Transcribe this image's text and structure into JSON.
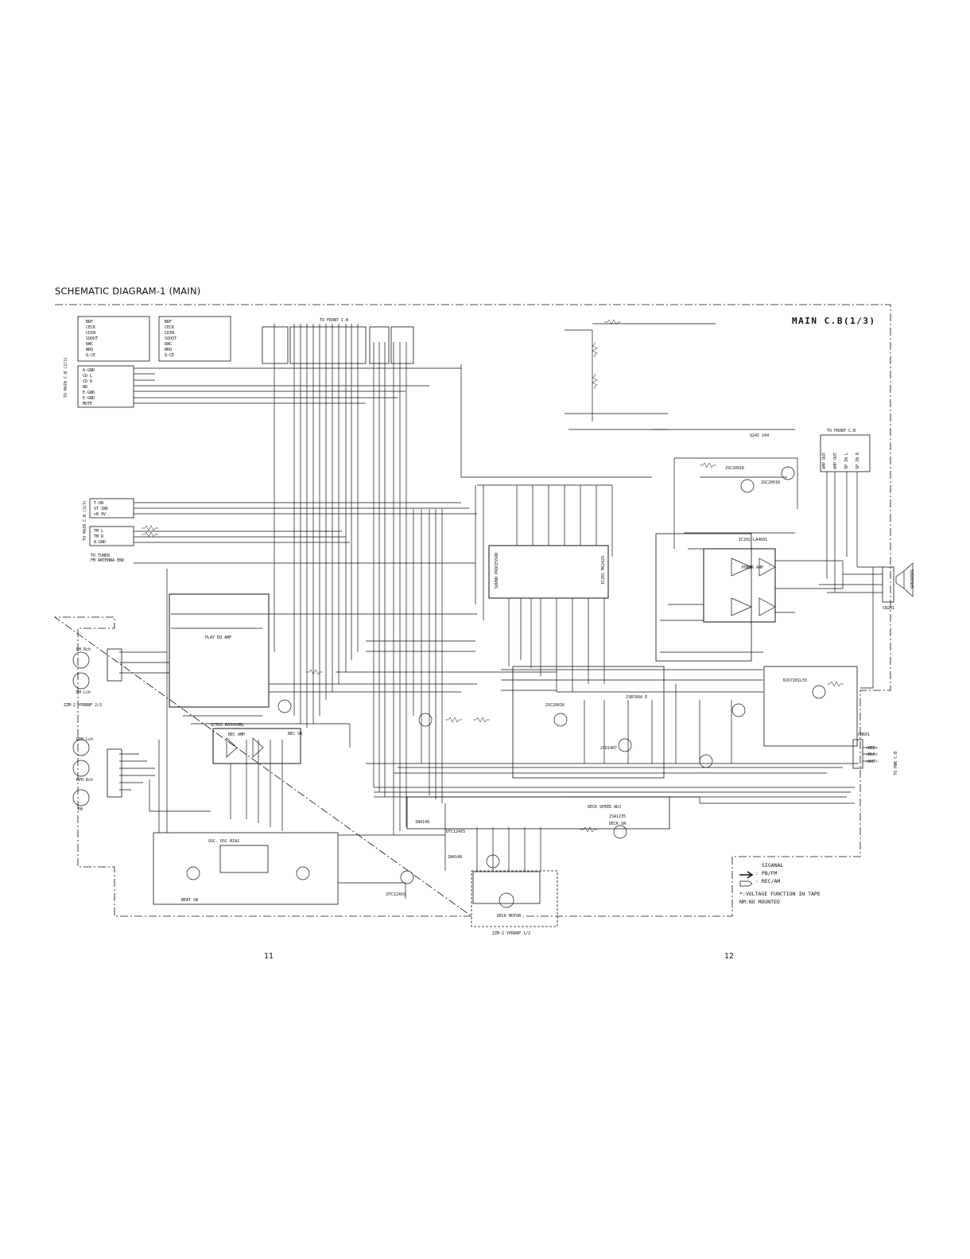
{
  "page": {
    "title": "SCHEMATIC DIAGRAM-1 (MAIN)",
    "board": "MAIN C.B(1/3)",
    "page_left": "11",
    "page_right": "12"
  },
  "connectors": {
    "to_main_cb_2_3": "TO MAIN C.B (2/3)",
    "to_main_cb_3_3": "TO MAIN C.B (3/3)",
    "to_front_cb": "TO FRONT C.B",
    "to_front_cb_right": "TO FRONT C.B",
    "to_tuner": "TO TUNER",
    "fm_antenna": "FM ANTENNA END",
    "to_pwr_cb": "TO PWR C.B",
    "speakers": "SPEAKERS",
    "left_pins": [
      "BRF",
      "CECK",
      "CDIN",
      "SQOUT",
      "RWC",
      "WRQ",
      "Q-CE"
    ],
    "left_pins2": [
      "BRF",
      "CECK",
      "CDIN",
      "SQOUT",
      "RWC",
      "WRQ",
      "Q-CE"
    ],
    "gnd_pins": [
      "A-GND",
      "CD L",
      "CD R",
      "NR",
      "E-GND",
      "E-GND",
      "MUTE"
    ],
    "tuner_pins": [
      "T-ON",
      "ST IND",
      "+B 9V"
    ],
    "tm_pins": [
      "TM L",
      "TM R",
      "A-GND"
    ],
    "pwr_pins": [
      "<RED>",
      "<BLK>",
      "<WHT>"
    ],
    "front_right": [
      "AMP OUT",
      "AMP OUT",
      "SP IN L",
      "SP IN R"
    ]
  },
  "blocks": {
    "sound_processor": "SOUND PROCESSOR",
    "ic201": "IC201 M62429",
    "power_amp": "POWER AMP",
    "ic202": "IC202 LA4601",
    "ic502": "IC502 BA3416BL",
    "rec_amp": "REC AMP",
    "play_eq": "PLAY EQ AMP",
    "osc": "OSC. OSC BIAS",
    "deck_motor": "DECK MOTOR",
    "zzm_top": "ZZM-2 YPRRNF 2/2",
    "zzm_bottom": "ZZM-2 YPRRNF 1/2",
    "ph_rch": "PH Rch",
    "ph_lch": "PH Lch",
    "rph_lch": "RPH Lch",
    "rph_rch": "RPH Rch",
    "eh": "EH",
    "q245": "Q245 244",
    "q244": "2SC2001K",
    "q243": "2SC2001K",
    "q501": "2SC2001K",
    "q505": "2SB766A E",
    "q503": "2SD1407",
    "q770": "2SA1235",
    "q762": "DTC124XS",
    "d762": "1N4148",
    "d761": "1N4148",
    "q771": "DTC124XS",
    "deck_speed": "DECK SPEED ADJ",
    "deck_sw": "DECK SW",
    "beat_sw": "BEAT SW",
    "rec_sw": "REC SW",
    "ic510": "NJU7201L55",
    "cn201": "CN201",
    "cn601": "CN601"
  },
  "legend": {
    "heading": "SIGANAL",
    "pb": ": PB/FM",
    "rec": ": REC/AM",
    "note1": "*:VOLTAGE FUNCTION IN TAPE",
    "note2": "NM:NO MOUNTED"
  }
}
